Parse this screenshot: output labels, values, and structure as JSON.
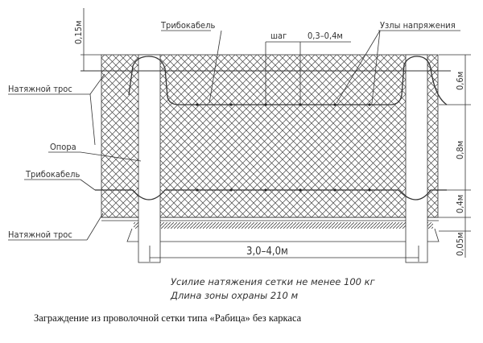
{
  "labels": {
    "tribocable_top": "Трибокабель",
    "step": "шаг",
    "step_value": "0,3–0,4м",
    "tension_nodes": "Узлы напряжения",
    "tension_cable_top": "Натяжной трос",
    "support": "Опора",
    "tribocable_left": "Трибокабель",
    "tension_cable_bottom": "Натяжной трос",
    "dim_top": "0,15м",
    "dim_06": "0,6м",
    "dim_08": "0,8м",
    "dim_04": "0,4м",
    "dim_005": "0,05м",
    "span": "3,0–4,0м"
  },
  "notes": {
    "line1": "Усилие натяжения сетки не менее 100 кг",
    "line2": "Длина зоны охраны 210 м"
  },
  "caption": "Заграждение из проволочной сетки типа «Рабица» без каркаса"
}
